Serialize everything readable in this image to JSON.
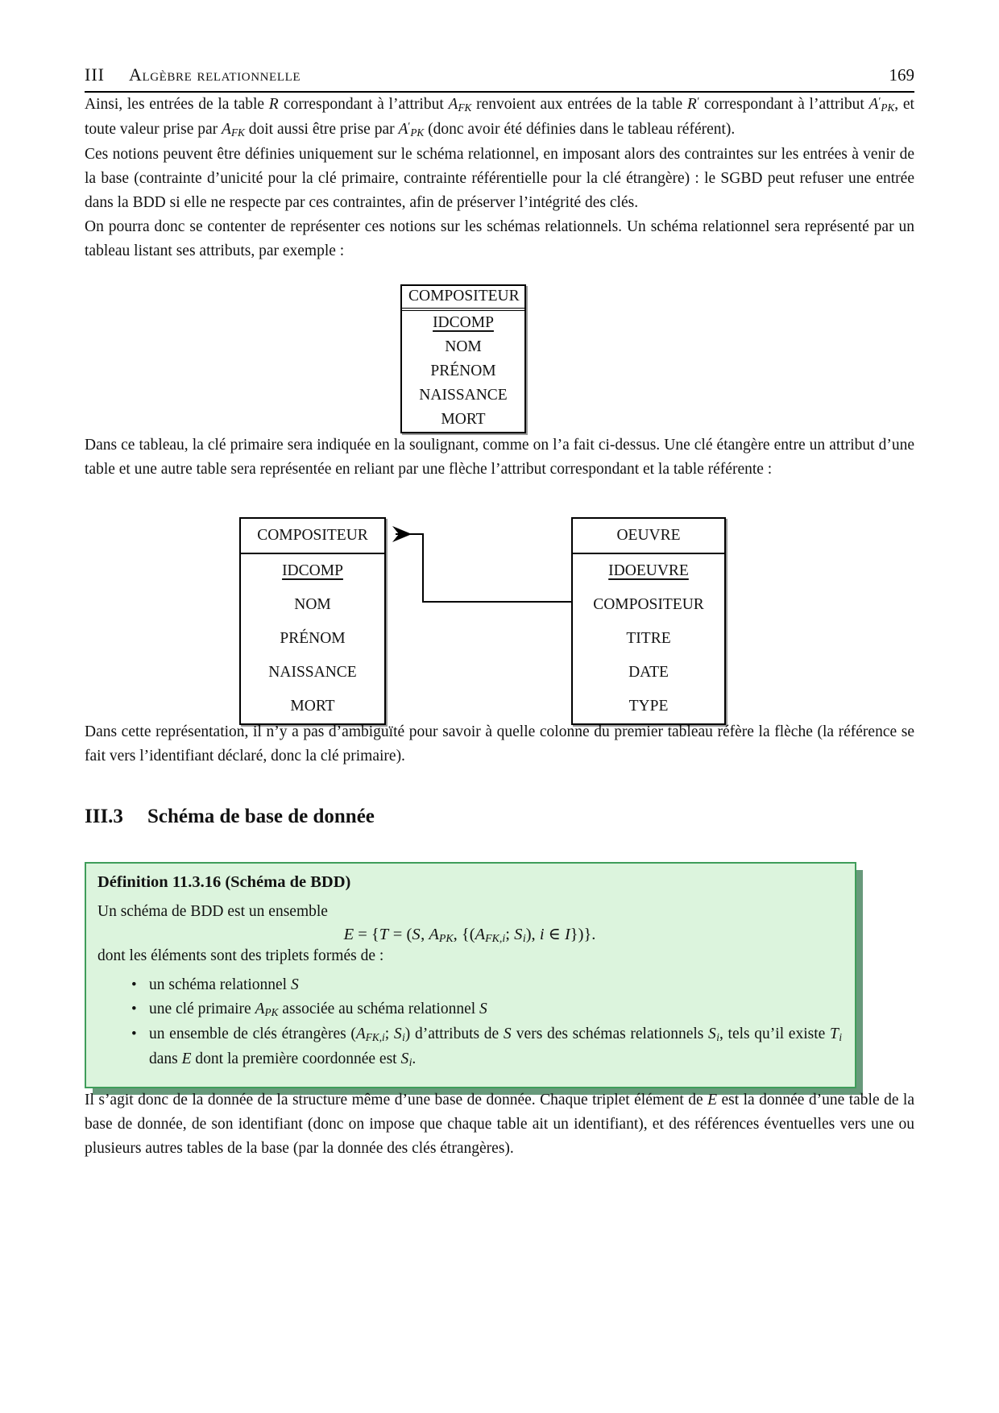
{
  "header": {
    "section_no": "III",
    "section_title": "Algèbre relationnelle",
    "page_number": "169"
  },
  "paragraphs": {
    "p1": [
      {
        "t": "Ainsi, les entrées de la table "
      },
      {
        "t": "R",
        "s": "cal"
      },
      {
        "t": " correspondant à l’attribut "
      },
      {
        "t": "A",
        "s": "i"
      },
      {
        "t": "FK",
        "s": "sub"
      },
      {
        "t": " renvoient aux entrées de la table "
      },
      {
        "t": "R",
        "s": "cal"
      },
      {
        "t": "′",
        "s": "sup"
      },
      {
        "t": " correspondant à l’attribut "
      },
      {
        "t": "A",
        "s": "i"
      },
      {
        "t": "′",
        "s": "sup"
      },
      {
        "t": "PK",
        "s": "sub"
      },
      {
        "t": ", et toute valeur prise par "
      },
      {
        "t": "A",
        "s": "i"
      },
      {
        "t": "FK",
        "s": "sub"
      },
      {
        "t": " doit aussi être prise par "
      },
      {
        "t": "A",
        "s": "i"
      },
      {
        "t": "′",
        "s": "sup"
      },
      {
        "t": "PK",
        "s": "sub"
      },
      {
        "t": " (donc avoir été définies dans le tableau référent)."
      }
    ],
    "p2": [
      {
        "t": "Ces notions peuvent être définies uniquement sur le schéma relationnel, en imposant alors des contraintes sur les entrées à venir de la base (contrainte d’unicité pour la clé primaire, contrainte référentielle pour la clé étrangère) : le SGBD peut refuser une entrée dans la BDD si elle ne respecte par ces contraintes, afin de préserver l’intégrité des clés."
      }
    ],
    "p3": [
      {
        "t": "On pourra donc se contenter de représenter ces notions sur les schémas relationnels. Un schéma relationnel sera représenté par un tableau listant ses attributs, par exemple :"
      }
    ],
    "p4": [
      {
        "t": "Dans ce tableau, la clé primaire sera indiquée en la soulignant, comme on l’a fait ci-dessus. Une clé étangère entre un attribut d’une table et une autre table sera représentée en reliant par une flèche l’attribut correspondant et la table référente :"
      }
    ],
    "p5": [
      {
        "t": "Dans cette représentation, il n’y a pas d’ambiguïté pour savoir à quelle colonne du premier tableau réfère la flèche (la référence se fait vers l’identifiant déclaré, donc la clé primaire)."
      }
    ],
    "p6": [
      {
        "t": "Il s’agit donc de la donnée de la structure même d’une base de donnée. Chaque triplet élément de "
      },
      {
        "t": "E",
        "s": "i"
      },
      {
        "t": " est la donnée d’une table de la base de donnée, de son identifiant (donc on impose que chaque table ait un identifiant), et des références éventuelles vers une ou plusieurs autres tables de la base (par la donnée des clés étrangères)."
      }
    ]
  },
  "table1": {
    "title": "COMPOSITEUR",
    "rows": [
      {
        "label": "IDCOMP",
        "pk": true
      },
      {
        "label": "NOM",
        "pk": false
      },
      {
        "label": "PRÉNOM",
        "pk": false
      },
      {
        "label": "NAISSANCE",
        "pk": false
      },
      {
        "label": "MORT",
        "pk": false
      }
    ]
  },
  "diagram": {
    "left": {
      "title": "COMPOSITEUR",
      "rows": [
        {
          "label": "IDCOMP",
          "pk": true
        },
        {
          "label": "NOM",
          "pk": false
        },
        {
          "label": "PRÉNOM",
          "pk": false
        },
        {
          "label": "NAISSANCE",
          "pk": false
        },
        {
          "label": "MORT",
          "pk": false
        }
      ]
    },
    "right": {
      "title": "OEUVRE",
      "rows": [
        {
          "label": "IDOEUVRE",
          "pk": true
        },
        {
          "label": "COMPOSITEUR",
          "pk": false
        },
        {
          "label": "TITRE",
          "pk": false
        },
        {
          "label": "DATE",
          "pk": false
        },
        {
          "label": "TYPE",
          "pk": false
        }
      ]
    },
    "arrow": {
      "meaning": "clé étrangère OEUVRE.COMPOSITEUR vers table COMPOSITEUR",
      "color": "#000000"
    }
  },
  "subsection": {
    "number": "III.3",
    "title": "Schéma de base de donnée"
  },
  "definition": {
    "title": "Définition 11.3.16 (Schéma de BDD)",
    "intro": [
      {
        "t": "Un schéma de BDD est un ensemble"
      }
    ],
    "formula": [
      {
        "t": "E",
        "s": "i"
      },
      {
        "t": " = {"
      },
      {
        "t": "T",
        "s": "cal"
      },
      {
        "t": " = ("
      },
      {
        "t": "S",
        "s": "cal"
      },
      {
        "t": ", "
      },
      {
        "t": "A",
        "s": "i"
      },
      {
        "t": "PK",
        "s": "sub"
      },
      {
        "t": ", {("
      },
      {
        "t": "A",
        "s": "i"
      },
      {
        "t": "FK,i",
        "s": "sub"
      },
      {
        "t": "; "
      },
      {
        "t": "S",
        "s": "cal"
      },
      {
        "t": "i",
        "s": "sub"
      },
      {
        "t": "), "
      },
      {
        "t": "i",
        "s": "i"
      },
      {
        "t": " ∈ "
      },
      {
        "t": "I",
        "s": "i"
      },
      {
        "t": "})}."
      }
    ],
    "outro": [
      {
        "t": "dont les éléments sont des triplets formés de :"
      }
    ],
    "bullets": [
      [
        {
          "t": "un schéma relationnel "
        },
        {
          "t": "S",
          "s": "cal"
        }
      ],
      [
        {
          "t": "une clé primaire "
        },
        {
          "t": "A",
          "s": "i"
        },
        {
          "t": "PK",
          "s": "sub"
        },
        {
          "t": " associée au schéma relationnel "
        },
        {
          "t": "S",
          "s": "cal"
        }
      ],
      [
        {
          "t": "un ensemble de clés étrangères ("
        },
        {
          "t": "A",
          "s": "i"
        },
        {
          "t": "FK,i",
          "s": "sub"
        },
        {
          "t": "; "
        },
        {
          "t": "S",
          "s": "cal"
        },
        {
          "t": "i",
          "s": "sub"
        },
        {
          "t": ") d’attributs de "
        },
        {
          "t": "S",
          "s": "cal"
        },
        {
          "t": " vers des schémas relationnels "
        },
        {
          "t": "S",
          "s": "cal"
        },
        {
          "t": "i",
          "s": "sub"
        },
        {
          "t": ", tels qu’il existe "
        },
        {
          "t": "T",
          "s": "cal"
        },
        {
          "t": "i",
          "s": "sub"
        },
        {
          "t": " dans "
        },
        {
          "t": "E",
          "s": "i"
        },
        {
          "t": " dont la première coordonnée est "
        },
        {
          "t": "S",
          "s": "cal"
        },
        {
          "t": "i",
          "s": "sub"
        },
        {
          "t": "."
        }
      ]
    ],
    "colors": {
      "background": "#dcf4dd",
      "border": "#3f9d5a",
      "shadow": "#68997b"
    }
  }
}
